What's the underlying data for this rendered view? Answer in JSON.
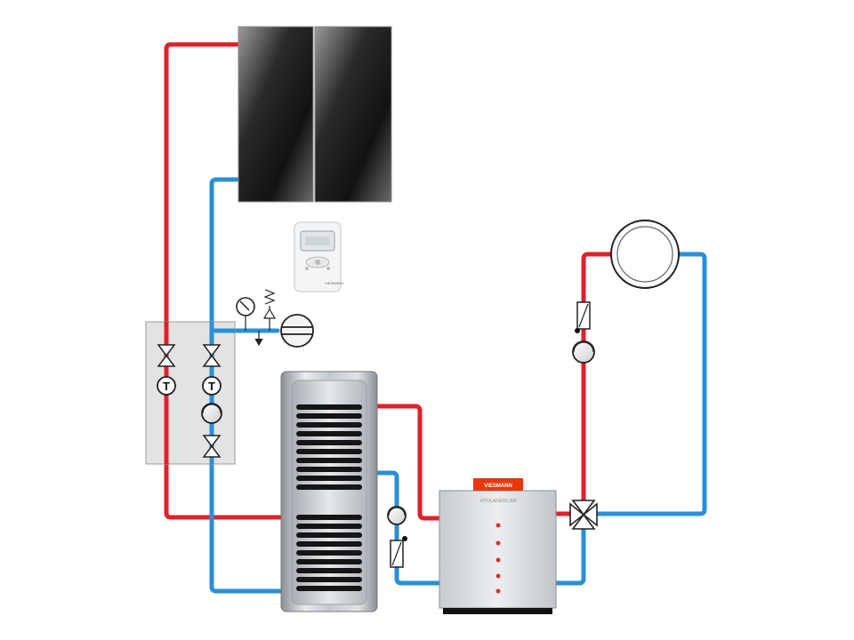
{
  "labels": {
    "controller_brand": "VIESMANN",
    "boiler_brand": "VIESMANN",
    "boiler_model": "VITOLADENS 300",
    "temp_symbol_1": "T",
    "temp_symbol_2": "T"
  },
  "colors": {
    "supply_pipe": "#e0202c",
    "return_pipe": "#2a8fd6",
    "brand_accent": "#e8380d",
    "boiler_indicator": "#d9342b",
    "station_fill": "#e3e3e3",
    "collector_dark": "#1a1a1a"
  },
  "icons": [
    "solar-collector-icon",
    "solar-controller-icon",
    "pressure-gauge-icon",
    "safety-valve-icon",
    "expansion-vessel-icon",
    "ball-valve-icon",
    "thermometer-icon",
    "circulation-pump-icon",
    "flow-meter-icon",
    "mixing-valve-icon",
    "radiator-icon",
    "storage-tank-icon",
    "boiler-icon"
  ]
}
